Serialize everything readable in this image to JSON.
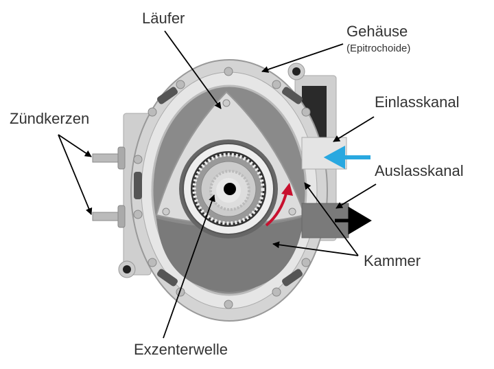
{
  "title": "Wankelmotor",
  "labels": {
    "rotor": "Läufer",
    "housing": "Gehäuse",
    "housing_sub": "(Epitrochoide)",
    "spark_plugs": "Zündkerzen",
    "intake": "Einlasskanal",
    "exhaust": "Auslasskanal",
    "chamber": "Kammer",
    "shaft": "Exzenterwelle"
  },
  "colors": {
    "intake_arrow": "#29a8e0",
    "rotation_arrow": "#c8102e",
    "exhaust_arrow": "#000000"
  }
}
